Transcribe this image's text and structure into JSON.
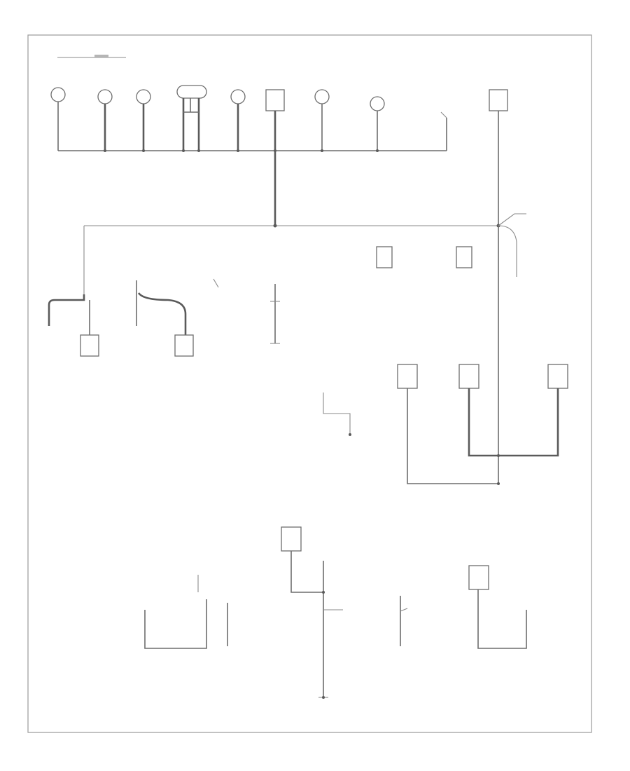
{
  "diagram": {
    "footer_code": "",
    "components": [
      {
        "id": "c1",
        "icon": "lamp-icon"
      },
      {
        "id": "c2",
        "icon": "lamp-icon"
      },
      {
        "id": "c3",
        "icon": "lamp-icon"
      },
      {
        "id": "c4",
        "icon": "lamp-icon"
      },
      {
        "id": "c5",
        "icon": "lamp-icon"
      },
      {
        "id": "c6",
        "icon": "module-icon"
      },
      {
        "id": "c7",
        "icon": "lamp-icon"
      },
      {
        "id": "c8",
        "icon": "lamp-icon"
      },
      {
        "id": "c9",
        "icon": "switch-icon"
      },
      {
        "id": "c10",
        "icon": "module-icon"
      },
      {
        "id": "c11",
        "icon": "module-icon"
      },
      {
        "id": "c12",
        "icon": "module-icon"
      },
      {
        "id": "c13",
        "icon": "module-icon"
      },
      {
        "id": "c14",
        "icon": "module-icon"
      },
      {
        "id": "c15",
        "icon": "module-icon"
      },
      {
        "id": "c16",
        "icon": "module-icon"
      },
      {
        "id": "c17",
        "icon": "module-icon"
      },
      {
        "id": "c18",
        "icon": "module-icon"
      },
      {
        "id": "c19",
        "icon": "module-icon"
      }
    ],
    "grounds": [
      {
        "id": "g1",
        "icon": "ground-icon"
      },
      {
        "id": "g2",
        "icon": "ground-icon"
      }
    ],
    "colors": {
      "wire": "#6d6d6d",
      "frame": "#9a9a9a",
      "background": "#ffffff"
    }
  }
}
